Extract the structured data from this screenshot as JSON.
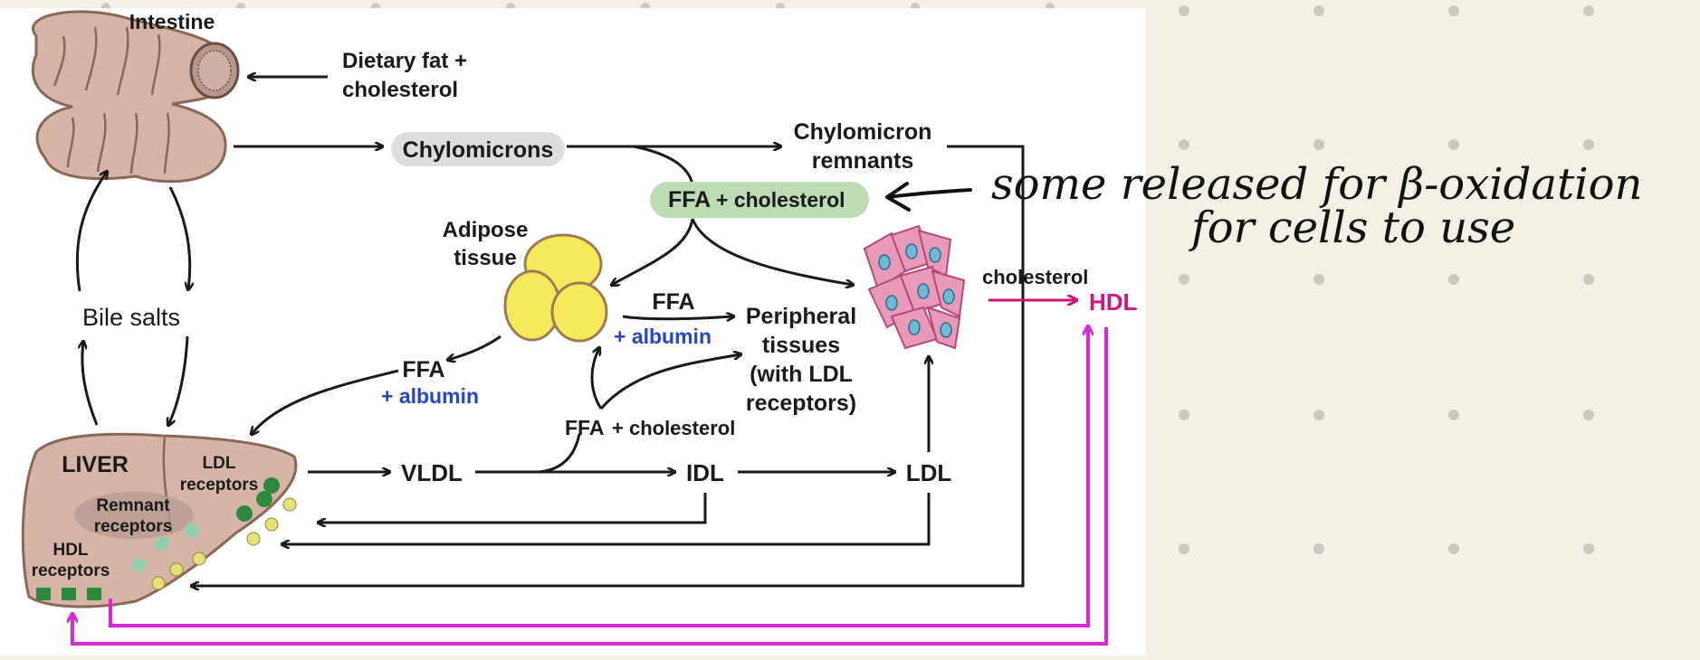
{
  "labels": {
    "intestine": "Intestine",
    "dietary_1": "Dietary fat +",
    "dietary_2": "cholesterol",
    "chylomicrons": "Chylomicrons",
    "remnants_1": "Chylomicron",
    "remnants_2": "remnants",
    "ffa_chol_ffa": "FFA",
    "ffa_chol_rest": "+ cholesterol",
    "adipose_1": "Adipose",
    "adipose_2": "tissue",
    "bile_salts": "Bile salts",
    "ffa_top": "FFA",
    "albumin_top": "+ albumin",
    "peripheral_1": "Peripheral",
    "peripheral_2": "tissues",
    "peripheral_3": "(with LDL",
    "peripheral_4": "receptors)",
    "ffa_left": "FFA",
    "albumin_left": "+ albumin",
    "ffa_chol_low": "FFA + cholesterol",
    "liver": "LIVER",
    "ldl_rec_1": "LDL",
    "ldl_rec_2": "receptors",
    "remnant_rec_1": "Remnant",
    "remnant_rec_2": "receptors",
    "hdl_rec_1": "HDL",
    "hdl_rec_2": "receptors",
    "vldl": "VLDL",
    "idl": "IDL",
    "ldl": "LDL",
    "cholesterol": "cholesterol",
    "hdl": "HDL"
  },
  "annotation": {
    "line1": "some released for β-oxidation",
    "line2": "for cells to use"
  },
  "colors": {
    "pink_arrows": "#d828d8",
    "hdl_text": "#d0187e",
    "albumin_text": "#2446c8",
    "highlight_green": "#bcdcb4",
    "highlight_grey": "#dddddd"
  }
}
